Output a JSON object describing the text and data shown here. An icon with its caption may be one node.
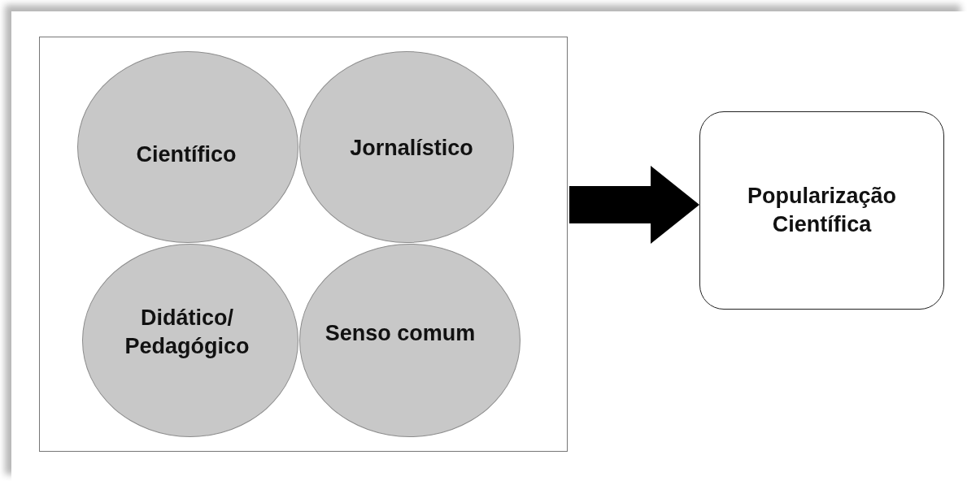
{
  "diagram": {
    "nodes": [
      {
        "text": [],
        "shape": "box"
      },
      {
        "text": [
          "Científico"
        ],
        "in": 0
      },
      {
        "text": [
          "Jornalístico"
        ],
        "in": 0
      },
      {
        "text": [
          "Didático/ Pedagógico"
        ],
        "in": 0
      },
      {
        "text": [
          "Senso comum"
        ],
        "in": 0
      },
      {
        "text": [
          "Popularização Científica"
        ]
      }
    ],
    "edges": [
      {
        "from": 0,
        "to": 5,
        "arrow": "to",
        "style": "thick"
      }
    ]
  }
}
